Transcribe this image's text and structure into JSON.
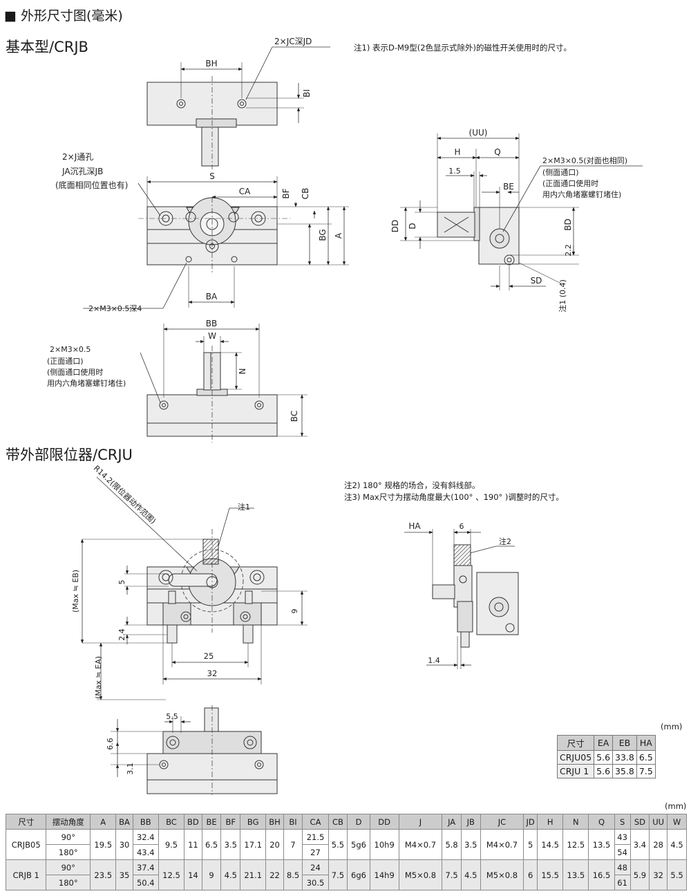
{
  "header": {
    "title": "■ 外形尺寸图(毫米)",
    "unit_mm_1": "(mm)",
    "unit_mm_2": "(mm)"
  },
  "section1": {
    "title": "基本型/CRJB",
    "note1": "注1) 表示D-M9型(2色显示式除外)的磁性开关使用时的尺寸。",
    "callouts": {
      "jc": "2×JC深JD",
      "j1": "2×J通孔",
      "j2": "JA沉孔深JB",
      "j3": "(底面相同位置也有)",
      "m3deep": "2×M3×0.5深4",
      "m3a": "2×M3×0.5",
      "m3b": "(正面通口)",
      "m3c": "(侧面通口使用时",
      "m3d": "用内六角堵塞螺钉堵住)",
      "side1": "2×M3×0.5(对面也相同)",
      "side2": "(侧面通口)",
      "side3": "(正面通口使用时",
      "side4": "用内六角堵塞螺钉堵住)"
    },
    "dims": {
      "BH": "BH",
      "BI": "BI",
      "S": "S",
      "CA": "CA",
      "BF": "BF",
      "CB": "CB",
      "BG": "BG",
      "A": "A",
      "BA": "BA",
      "BB": "BB",
      "W": "W",
      "N": "N",
      "BC": "BC",
      "UU": "(UU)",
      "H": "H",
      "Q": "Q",
      "v15": "1.5",
      "BE": "BE",
      "DD": "DD",
      "D": "D",
      "BD": "BD",
      "v22": "2.2",
      "SD": "SD",
      "note04": "注1 (0.4)"
    }
  },
  "section2": {
    "title": "带外部限位器/CRJU",
    "note2": "注2) 180° 规格的场合，没有斜线部。",
    "note3": "注3) Max尺寸为摆动角度最大(100° 、190° )调整时的尺寸。",
    "callouts": {
      "r142": "R14.2(限位器动作范围)",
      "n1": "注1",
      "n2": "注2"
    },
    "dims": {
      "v5": "5",
      "v9": "9",
      "v24": "2.4",
      "v25": "25",
      "v32": "32",
      "maxEB": "(Max ≒ EB)",
      "maxEA": "(Max ≒ EA)",
      "HA": "HA",
      "v6": "6",
      "v14": "1.4",
      "v55": "5.5",
      "v66": "6.6",
      "v31": "3.1"
    }
  },
  "small_table": {
    "headers": [
      "尺寸",
      "EA",
      "EB",
      "HA"
    ],
    "rows": [
      [
        "CRJU05",
        "5.6",
        "33.8",
        "6.5"
      ],
      [
        "CRJU 1",
        "5.6",
        "35.8",
        "7.5"
      ]
    ]
  },
  "main_table": {
    "headers": [
      "尺寸",
      "摆动角度",
      "A",
      "BA",
      "BB",
      "BC",
      "BD",
      "BE",
      "BF",
      "BG",
      "BH",
      "BI",
      "CA",
      "CB",
      "D",
      "DD",
      "J",
      "JA",
      "JB",
      "JC",
      "JD",
      "H",
      "N",
      "Q",
      "S",
      "SD",
      "UU",
      "W"
    ],
    "models": [
      {
        "name": "CRJB05",
        "angles": [
          "90°",
          "180°"
        ],
        "A": "19.5",
        "BA": "30",
        "BB": [
          "32.4",
          "43.4"
        ],
        "BC": "9.5",
        "BD": "11",
        "BE": "6.5",
        "BF": "3.5",
        "BG": "17.1",
        "BH": "20",
        "BI": "7",
        "CA": [
          "21.5",
          "27"
        ],
        "CB": "5.5",
        "D": "5g6",
        "DD": "10h9",
        "J": "M4×0.7",
        "JA": "5.8",
        "JB": "3.5",
        "JC": "M4×0.7",
        "JD": "5",
        "H": "14.5",
        "N": "12.5",
        "Q": "13.5",
        "S": [
          "43",
          "54"
        ],
        "SD": "3.4",
        "UU": "28",
        "W": "4.5"
      },
      {
        "name": "CRJB 1",
        "angles": [
          "90°",
          "180°"
        ],
        "A": "23.5",
        "BA": "35",
        "BB": [
          "37.4",
          "50.4"
        ],
        "BC": "12.5",
        "BD": "14",
        "BE": "9",
        "BF": "4.5",
        "BG": "21.1",
        "BH": "22",
        "BI": "8.5",
        "CA": [
          "24",
          "30.5"
        ],
        "CB": "7.5",
        "D": "6g6",
        "DD": "14h9",
        "J": "M5×0.8",
        "JA": "7.5",
        "JB": "4.5",
        "JC": "M5×0.8",
        "JD": "6",
        "H": "15.5",
        "N": "13.5",
        "Q": "16.5",
        "S": [
          "48",
          "61"
        ],
        "SD": "5.9",
        "UU": "32",
        "W": "5.5"
      }
    ]
  }
}
